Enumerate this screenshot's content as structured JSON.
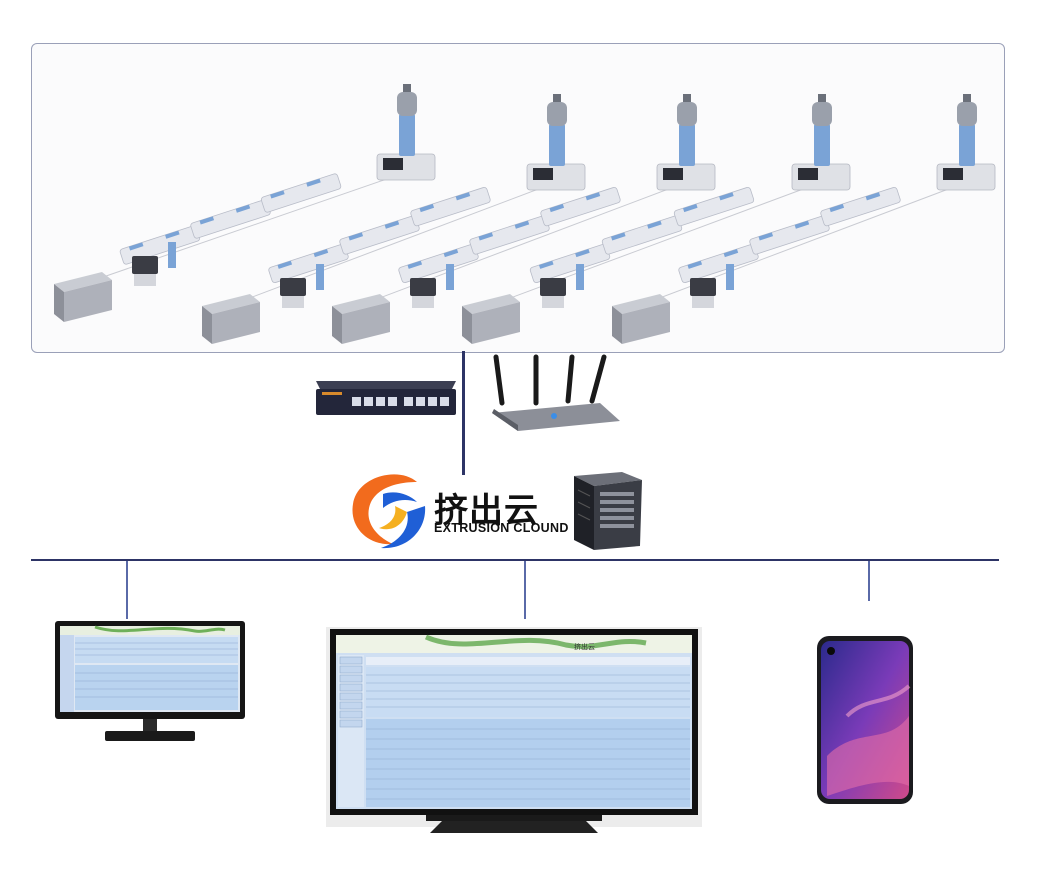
{
  "brand": {
    "name_cn": "挤出云",
    "name_en": "EXTRUSION CLOUND"
  },
  "topology": {
    "production_lines": 5,
    "field_devices": [
      "network-switch",
      "wireless-router"
    ],
    "server": "tower-server",
    "clients": [
      "desktop-monitor",
      "large-screen-tv",
      "smartphone"
    ]
  },
  "colors": {
    "line": "#2d3466",
    "logo_orange": "#f26b1d",
    "logo_blue": "#1f5fd6",
    "screen_blue": "#a9c9ec"
  }
}
